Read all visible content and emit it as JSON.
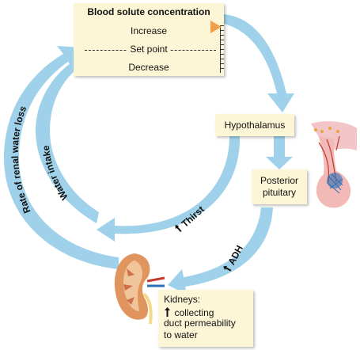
{
  "concentration_box": {
    "title": "Blood solute concentration",
    "increase": "Increase",
    "set_point": "Set point",
    "decrease": "Decrease"
  },
  "hypothalamus": {
    "label": "Hypothalamus"
  },
  "posterior_pituitary": {
    "line1": "Posterior",
    "line2": "pituitary"
  },
  "kidneys": {
    "line1": "Kidneys:",
    "line2": "collecting",
    "line3": "duct permeability",
    "line4": "to water"
  },
  "arrows": {
    "thirst": "Thirst",
    "adh": "ADH",
    "water_intake": "Water intake",
    "renal_loss": "Rate of renal water loss"
  },
  "colors": {
    "arrow_fill": "#9fd2ea",
    "box_fill": "#fdf6d6",
    "marker": "#f0a04a"
  },
  "icons": {
    "up_arrow": "up-arrow-icon",
    "brain": "hypothalamus-pituitary-illustration",
    "kidney": "kidney-illustration"
  }
}
